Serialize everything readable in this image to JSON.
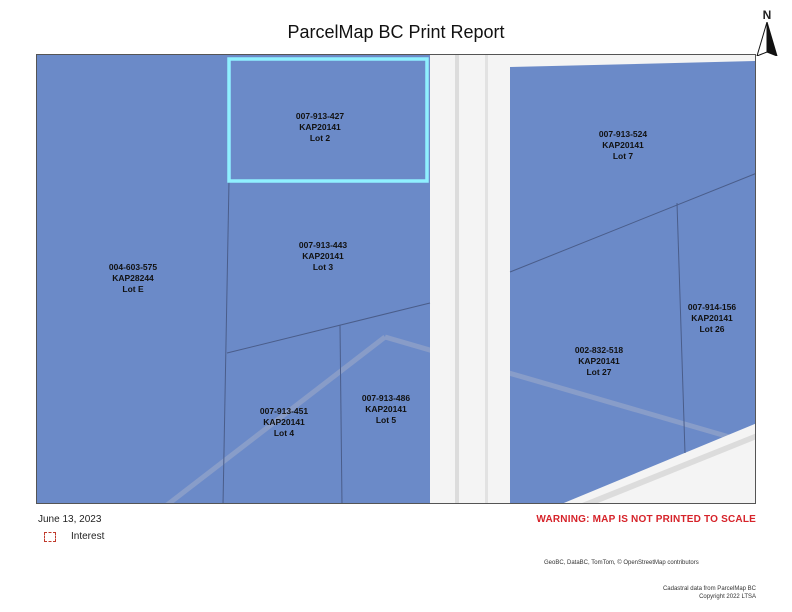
{
  "report": {
    "title": "ParcelMap BC Print Report",
    "north_label": "N",
    "date": "June 13, 2023",
    "warning": "WARNING: MAP IS NOT PRINTED TO SCALE",
    "legend": [
      {
        "label": "Interest",
        "icon": "dashed-box-icon",
        "color": "#c0392b"
      }
    ],
    "attribution": "GeoBC, DataBC, TomTom, © OpenStreetMap contributors",
    "cadastral_source": "Cadastral data from ParcelMap BC",
    "copyright": "Copyright 2022 LTSA"
  },
  "map": {
    "colors": {
      "parcel_fill": "#6b8ac8",
      "parcel_edge": "#4a5d8a",
      "road": "#f2f2f2",
      "selection": "#8ff0ff"
    },
    "selected_parcel": "007-913-427",
    "parcels": [
      {
        "pid": "007-913-427",
        "plan": "KAP20141",
        "lot": "Lot 2"
      },
      {
        "pid": "007-913-524",
        "plan": "KAP20141",
        "lot": "Lot 7"
      },
      {
        "pid": "004-603-575",
        "plan": "KAP28244",
        "lot": "Lot E"
      },
      {
        "pid": "007-913-443",
        "plan": "KAP20141",
        "lot": "Lot 3"
      },
      {
        "pid": "007-914-156",
        "plan": "KAP20141",
        "lot": "Lot 26"
      },
      {
        "pid": "002-832-518",
        "plan": "KAP20141",
        "lot": "Lot 27"
      },
      {
        "pid": "007-913-451",
        "plan": "KAP20141",
        "lot": "Lot 4"
      },
      {
        "pid": "007-913-486",
        "plan": "KAP20141",
        "lot": "Lot 5"
      }
    ]
  }
}
